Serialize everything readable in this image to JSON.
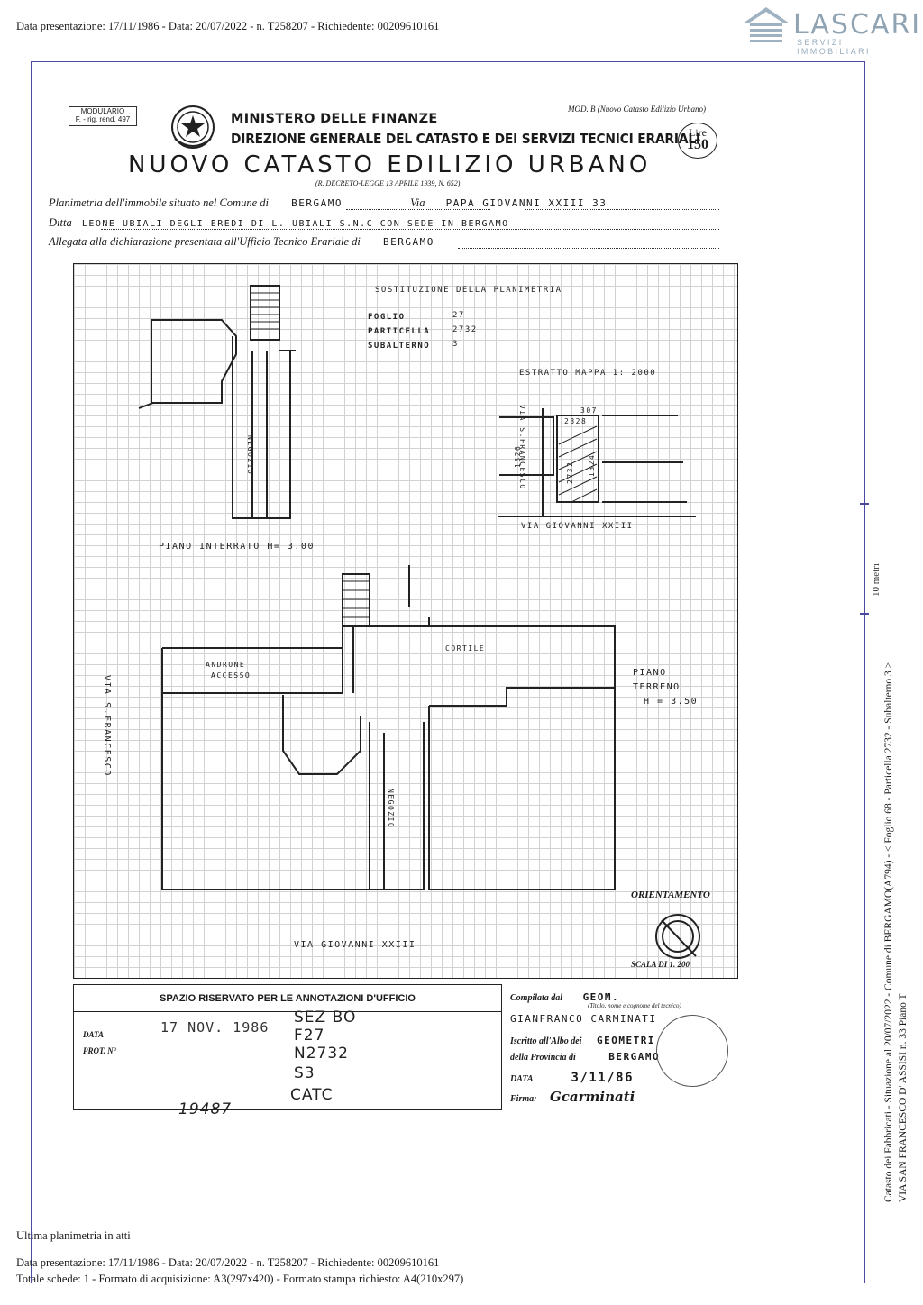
{
  "header": {
    "line": "Data presentazione: 17/11/1986 - Data: 20/07/2022 - n. T258207 - Richiedente: 00209610161"
  },
  "logo": {
    "name": "LASCARI",
    "tagline": "SERVIZI IMMOBILIARI"
  },
  "form": {
    "modulario": "MODULARIO",
    "modulario_sub": "F. - rig. rend. 497",
    "mod_b": "MOD. B (Nuovo Catasto Edilizio Urbano)",
    "ministry": "MINISTERO DELLE FINANZE",
    "direction": "DIREZIONE GENERALE DEL CATASTO E DEI SERVIZI TECNICI ERARIALI",
    "lire_label": "Lire",
    "lire_value": "150",
    "title": "NUOVO CATASTO EDILIZIO URBANO",
    "decree": "(R. DECRETO-LEGGE 13 APRILE 1939, N. 652)",
    "row1_label": "Planimetria dell'immobile situato nel Comune di",
    "row1_comune": "BERGAMO",
    "row1_via_label": "Via",
    "row1_via": "PAPA GIOVANNI XXIII 33",
    "row2_label": "Ditta",
    "row2_value": "LEONE UBIALI DEGLI EREDI DI L. UBIALI S.N.C CON SEDE IN BERGAMO",
    "row3_label": "Allegata alla dichiarazione presentata all'Ufficio Tecnico Erariale di",
    "row3_value": "BERGAMO"
  },
  "plan": {
    "sostituzione": "SOSTITUZIONE DELLA PLANIMETRIA",
    "foglio_label": "FOGLIO",
    "foglio": "27",
    "particella_label": "PARTICELLA",
    "particella": "2732",
    "subalterno_label": "SUBALTERNO",
    "subalterno": "3",
    "estratto": "ESTRATTO MAPPA 1: 2000",
    "map_via_sf": "VIA S.FRANCESCO",
    "map_via_g": "VIA GIOVANNI XXIII",
    "map_307": "307",
    "map_1326": "1326",
    "map_2732": "2732",
    "map_2328": "2328",
    "map_1324": "1324",
    "negozio_upper": "NEGOZIO",
    "piano_interrato": "PIANO INTERRATO H= 3.00",
    "androne": "ANDRONE",
    "accesso": "ACCESSO",
    "cortile": "CORTILE",
    "piano_terreno": "PIANO",
    "piano_terreno2": "TERRENO",
    "piano_terreno_h": "H = 3.50",
    "via_sf": "VIA S.FRANCESCO",
    "negozio_lower": "NEGOZIO",
    "via_giovanni": "VIA GIOVANNI XXIII",
    "orientamento": "ORIENTAMENTO",
    "scala": "SCALA DI 1. 200"
  },
  "annotations": {
    "title": "SPAZIO RISERVATO PER LE ANNOTAZIONI D'UFFICIO",
    "data_label": "DATA",
    "data_stamp": "17 NOV. 1986",
    "prot_label": "PROT. N°",
    "hw1": "SEZ BO",
    "hw2": "F27",
    "hw3": "N2732",
    "hw4": "S3",
    "hw5": "CATC",
    "hw_num": "19487"
  },
  "compiler": {
    "compilata": "Compilata dal",
    "compilata_val": "GEOM.",
    "titolo": "(Titolo, nome e cognome del tecnico)",
    "name": "GIANFRANCO CARMINATI",
    "iscritto": "Iscritto all'Albo dei",
    "iscritto_val": "GEOMETRI",
    "provincia": "della Provincia di",
    "provincia_val": "BERGAMO",
    "data_label": "DATA",
    "data_val": "3/11/86",
    "firma": "Firma:",
    "firma_val": "Gcarminati"
  },
  "side": {
    "scale": "10 metri",
    "vertical1": "Catasto dei Fabbricati - Situazione al 20/07/2022 - Comune di BERGAMO(A794) - < Foglio 68 - Particella 2732 - Subalterno 3 >",
    "vertical2": "VIA SAN FRANCESCO D' ASSISI n. 33 Piano T"
  },
  "footer": {
    "ultima": "Ultima planimetria in atti",
    "line1": "Data presentazione: 17/11/1986 - Data: 20/07/2022 - n. T258207 - Richiedente: 00209610161",
    "line2": "Totale schede: 1 - Formato di acquisizione: A3(297x420)  - Formato stampa richiesto: A4(210x297)"
  }
}
